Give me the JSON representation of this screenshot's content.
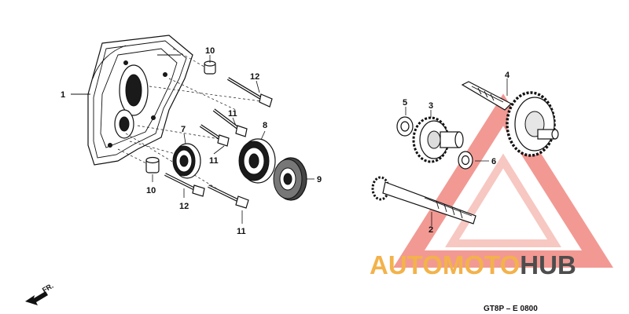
{
  "callouts": {
    "c1": "1",
    "c2": "2",
    "c3": "3",
    "c4": "4",
    "c5": "5",
    "c6": "6",
    "c7": "7",
    "c8": "8",
    "c9": "9",
    "c10a": "10",
    "c10b": "10",
    "c11a": "11",
    "c11b": "11",
    "c11c": "11",
    "c12a": "12",
    "c12b": "12"
  },
  "watermark": {
    "part1": "AUTOMOTO",
    "part2": "HUB",
    "accent_color": "#f3b24a",
    "dark_color": "#4d4d4d",
    "triangle_color": "#e8463c"
  },
  "front_arrow": {
    "label": "FR.",
    "icon": "front-direction-arrow-icon"
  },
  "diagram_code": "GT8P – E 0800"
}
